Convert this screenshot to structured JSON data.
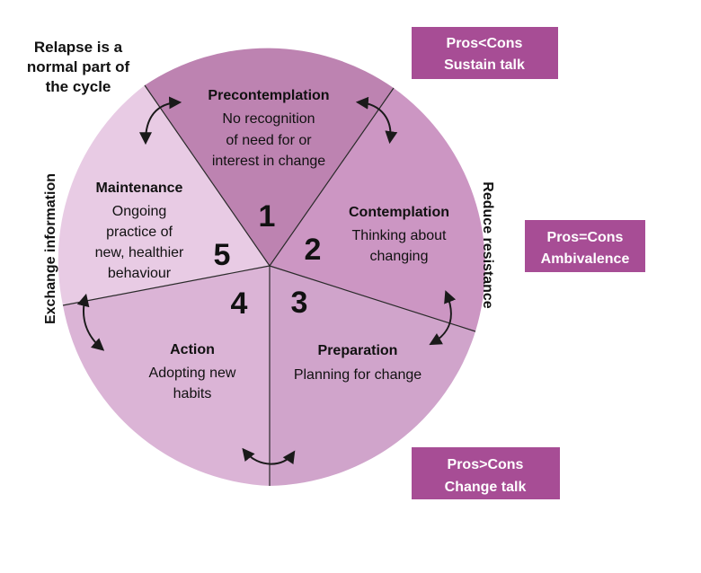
{
  "colors": {
    "precontemplation": "#bd83b1",
    "contemplation": "#cc96c3",
    "preparation": "#d0a4cb",
    "action": "#dbb4d6",
    "maintenance": "#e8cbe4",
    "box_fill": "#a74d95",
    "divider": "#2a2a2a"
  },
  "relapse_note": [
    "Relapse is a",
    "normal part of",
    "the cycle"
  ],
  "side_labels": {
    "left": "Exchange information",
    "right": "Reduce resistance"
  },
  "segments": [
    {
      "key": "precontemplation",
      "number": "1",
      "title": "Precontemplation",
      "lines": [
        "No recognition",
        "of need for or",
        "interest in change"
      ]
    },
    {
      "key": "contemplation",
      "number": "2",
      "title": "Contemplation",
      "lines": [
        "Thinking about",
        "changing"
      ]
    },
    {
      "key": "preparation",
      "number": "3",
      "title": "Preparation",
      "lines": [
        "Planning for change"
      ]
    },
    {
      "key": "action",
      "number": "4",
      "title": "Action",
      "lines": [
        "Adopting new",
        "habits"
      ]
    },
    {
      "key": "maintenance",
      "number": "5",
      "title": "Maintenance",
      "lines": [
        "Ongoing",
        "practice of",
        "new, healthier",
        "behaviour"
      ]
    }
  ],
  "boxes": [
    {
      "key": "sustain",
      "lines": [
        "Pros<Cons",
        "Sustain talk"
      ]
    },
    {
      "key": "ambivalence",
      "lines": [
        "Pros=Cons",
        "Ambivalence"
      ]
    },
    {
      "key": "change",
      "lines": [
        "Pros>Cons",
        "Change talk"
      ]
    }
  ]
}
